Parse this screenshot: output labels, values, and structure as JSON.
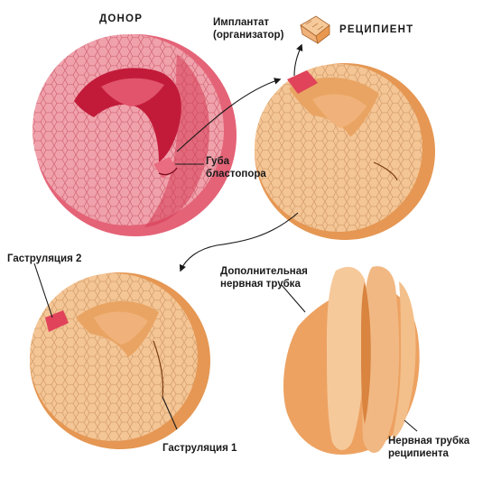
{
  "labels": {
    "donor": "ДОНОР",
    "recipient": "РЕЦИПИЕНТ",
    "implant_line1": "Имплантат",
    "implant_line2": "(организатор)",
    "lip_line1": "Губа",
    "lip_line2": "бластопора",
    "gastrulation2": "Гаструляция 2",
    "gastrulation1": "Гаструляция 1",
    "extra_tube_line1": "Дополнительная",
    "extra_tube_line2": "нервная трубка",
    "recipient_tube_line1": "Нервная трубка",
    "recipient_tube_line2": "реципиента"
  },
  "colors": {
    "donor_embryo": "#e0435a",
    "recipient_embryo": "#eda262",
    "implant": "#e0435a",
    "text": "#1a1a1a",
    "lines": "#1a1a1a"
  }
}
